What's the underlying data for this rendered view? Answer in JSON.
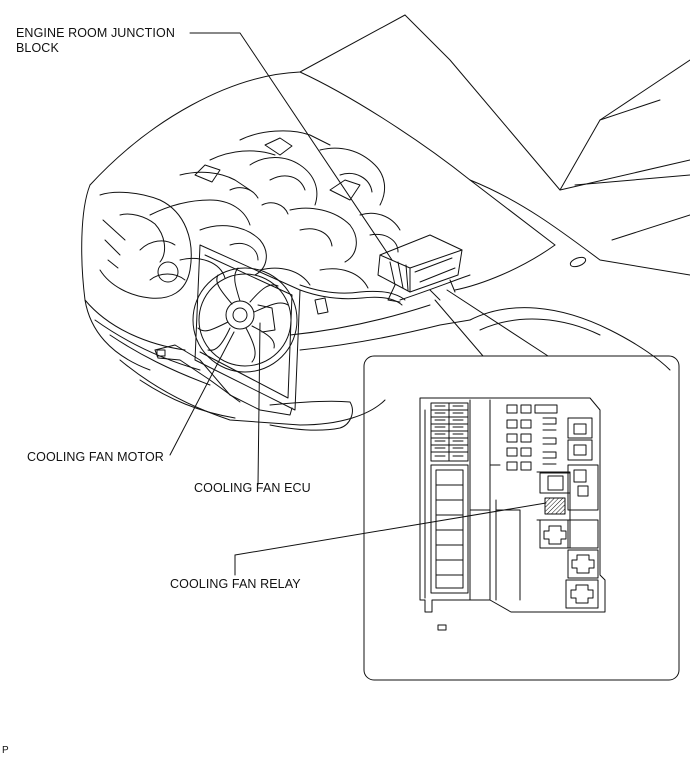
{
  "labels": {
    "engine_room_junction_block": "ENGINE ROOM JUNCTION BLOCK",
    "cooling_fan_motor": "COOLING FAN MOTOR",
    "cooling_fan_ecu": "COOLING FAN ECU",
    "cooling_fan_relay": "COOLING FAN RELAY",
    "figure_code": "P"
  },
  "colors": {
    "line": "#111111",
    "background": "#ffffff"
  }
}
